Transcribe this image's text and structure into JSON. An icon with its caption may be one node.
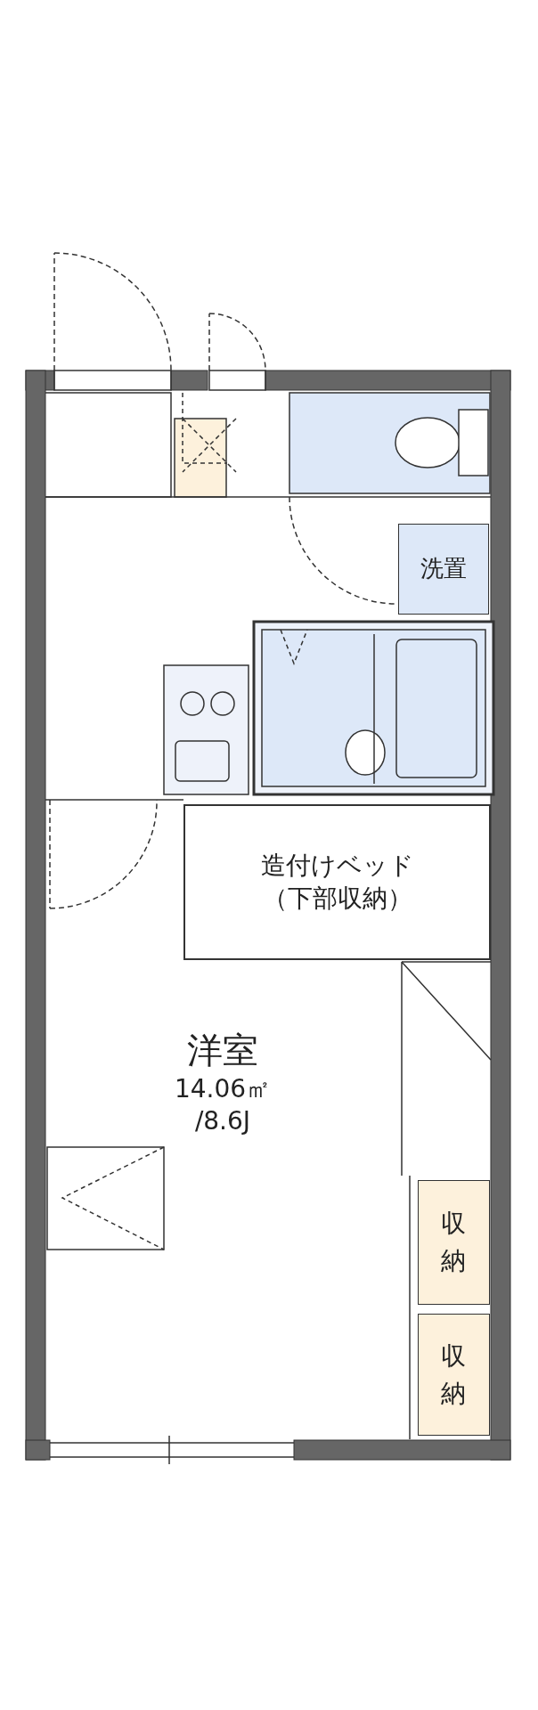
{
  "diagram": {
    "nodes": [
      {
        "text": [
          "洗置"
        ]
      },
      {
        "text": [
          "造付けベッド",
          "（下部収納）"
        ]
      },
      {
        "text": [
          "洋室",
          "14.06㎡ /8.6J"
        ]
      },
      {
        "text": [
          "収納"
        ]
      },
      {
        "text": [
          "収納"
        ]
      }
    ]
  }
}
